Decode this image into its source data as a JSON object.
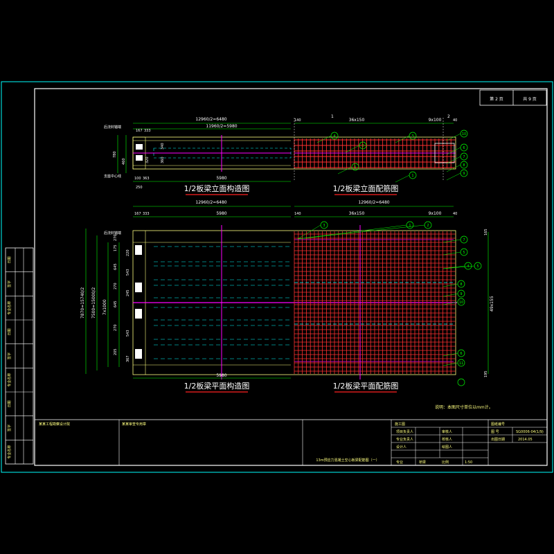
{
  "sheet": {
    "page_label": "第 2 页",
    "total_label": "共 9 页",
    "note": "说明：本图尺寸单位以mm计。"
  },
  "elevation": {
    "title_left": "1/2板梁立面构造图",
    "title_right": "1/2板梁立面配筋图",
    "dim_top_left": "12960/2=6480",
    "dim_top_inner": "11960/2=5980",
    "dim_top_right": "12960/2=6480",
    "dim_seg_a": "167",
    "dim_seg_b": "333",
    "dim_140": "140",
    "dim_36x150": "36x150",
    "dim_9x100": "9x100",
    "dim_40": "40",
    "dim_bottom_a": "100",
    "dim_bottom_b": "363",
    "dim_bottom_c": "5980",
    "dim_bottom_d": "250",
    "dim_h_a": "780",
    "dim_h_b": "460",
    "dim_h_c": "320",
    "dim_h_d": "80",
    "dim_h_e": "340",
    "dim_h_f": "360",
    "label_top": "后浇封锚端",
    "label_bottom": "支座中心线",
    "section_mark_1": "1",
    "section_mark_2": "2",
    "rebar_tags": [
      "4",
      "3",
      "2",
      "5",
      "1",
      "10",
      "6",
      "7",
      "8",
      "9"
    ]
  },
  "plan": {
    "title_left": "1/2板梁平面构造图",
    "title_right": "1/2板梁平面配筋图",
    "dim_top_left": "12960/2=6480",
    "dim_top_right": "12960/2=6480",
    "dim_seg_a": "167",
    "dim_seg_b": "333",
    "dim_mid": "5980",
    "dim_140": "140",
    "dim_36x150": "36x150",
    "dim_9x100": "9x100",
    "dim_40": "40",
    "dim_bottom": "5980",
    "dim_left_total": "7870=15740/2",
    "dim_left_mid": "7500=15000/2",
    "dim_left_inner": "7x1000",
    "dim_left_parts": [
      "270",
      "175",
      "645",
      "270",
      "645",
      "270",
      "205"
    ],
    "dim_left_small": [
      "220",
      "543",
      "245",
      "543",
      "367"
    ],
    "dim_right_total": "49x155",
    "dim_right_top": "165",
    "dim_right_bottom": "195",
    "label_top": "后浇封锚端",
    "rebar_tags_right": [
      "7",
      "5",
      "4",
      "5",
      "8",
      "9",
      "10",
      "6",
      "11"
    ],
    "rebar_tags_top": [
      "3",
      "1",
      "2"
    ]
  },
  "title_block": {
    "company": "某某工程勘察设计院",
    "approval": "某某审查专用章",
    "drawing_title": "13m预应力混凝土空心板梁配筋图（一）",
    "rows": [
      {
        "role": "项目负责人",
        "name": "",
        "check_role": "审核人",
        "check_name": ""
      },
      {
        "role": "专业负责人",
        "name": "",
        "check_role": "校核人",
        "check_name": ""
      },
      {
        "role": "设计人",
        "name": "",
        "check_role": "绘图人",
        "check_name": ""
      }
    ],
    "footer": [
      "专业",
      "桥梁",
      "比例",
      "1:50"
    ],
    "field_labels": {
      "code_head": "图纸编号",
      "code_key": "图 号",
      "code_val": "SG0006-04(1/9)",
      "date_key": "出图日期",
      "date_val": "2014.05"
    },
    "stage_label": "施工图"
  },
  "side_strip": {
    "labels": [
      "日期",
      "签字",
      "专业名称",
      "日期",
      "签字",
      "专业名称",
      "日期",
      "签字",
      "专业名称"
    ]
  },
  "colors": {
    "background": "#000000",
    "frame": "#00ffff",
    "outline": "#ffff80",
    "dim": "#00ff00",
    "rebar": "#ff3030",
    "magenta": "#ff00ff",
    "white": "#ffffff",
    "dash": "#00ffff",
    "title_underline": "#ff2020"
  }
}
